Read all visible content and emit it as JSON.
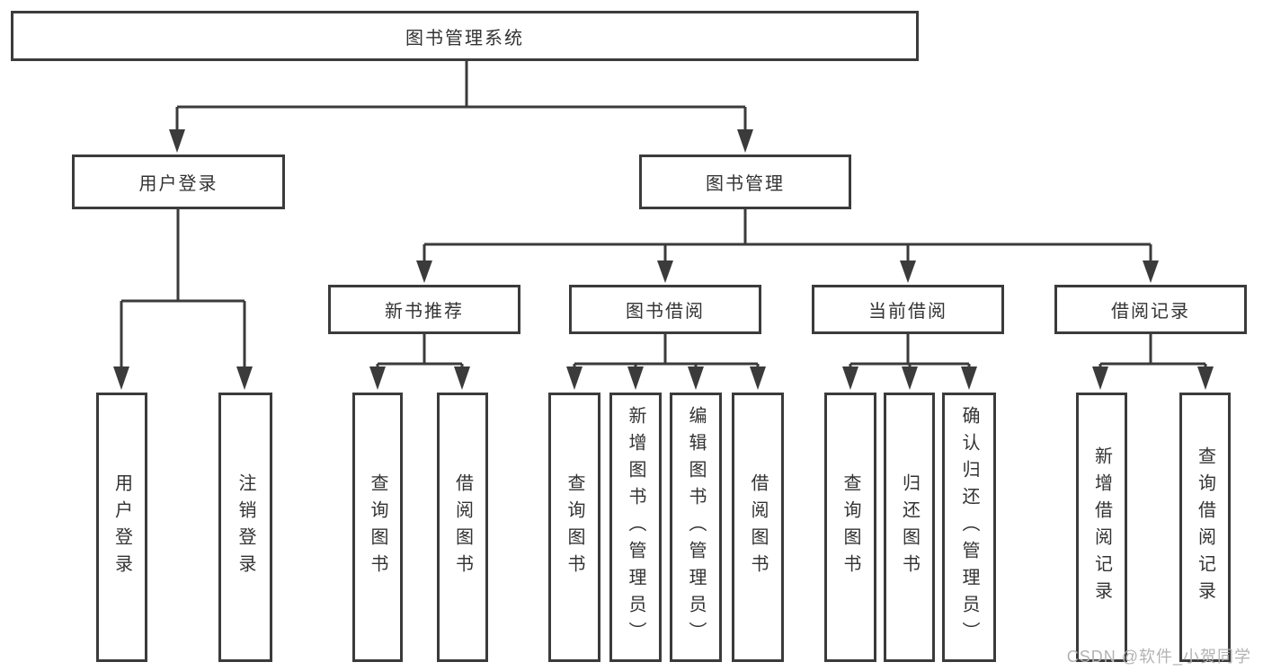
{
  "tree": {
    "root": {
      "label": "图书管理系统"
    },
    "login": {
      "label": "用户登录",
      "children": [
        {
          "label": "用户登录"
        },
        {
          "label": "注销登录"
        }
      ]
    },
    "mgmt": {
      "label": "图书管理",
      "groups": [
        {
          "label": "新书推荐",
          "children": [
            {
              "label": "查询图书"
            },
            {
              "label": "借阅图书"
            }
          ]
        },
        {
          "label": "图书借阅",
          "children": [
            {
              "label": "查询图书"
            },
            {
              "label": "新增图书（管理员）"
            },
            {
              "label": "编辑图书（管理员）"
            },
            {
              "label": "借阅图书"
            }
          ]
        },
        {
          "label": "当前借阅",
          "children": [
            {
              "label": "查询图书"
            },
            {
              "label": "归还图书"
            },
            {
              "label": "确认归还（管理员）"
            }
          ]
        },
        {
          "label": "借阅记录",
          "children": [
            {
              "label": "新增借阅记录"
            },
            {
              "label": "查询借阅记录"
            }
          ]
        }
      ]
    }
  },
  "colors": {
    "line": "#3b3b3b",
    "text": "#333333",
    "watermark": "#b3b3b3",
    "background": "#ffffff"
  },
  "watermark": {
    "text": "CSDN @软件_小贺同学"
  }
}
